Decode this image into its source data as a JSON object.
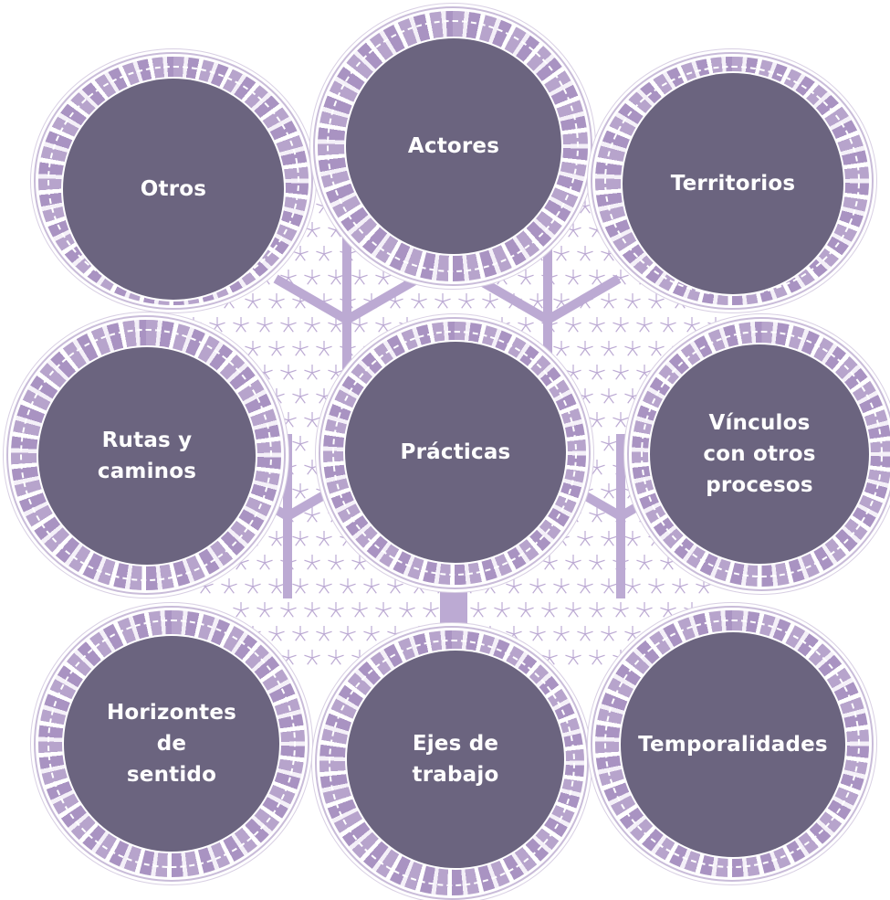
{
  "diagram": {
    "center": {
      "label": "Prácticas"
    },
    "nodes": [
      {
        "id": "otros",
        "label": "Otros"
      },
      {
        "id": "actores",
        "label": "Actores"
      },
      {
        "id": "territorios",
        "label": "Territorios"
      },
      {
        "id": "rutas",
        "label": "Rutas y\ncaminos"
      },
      {
        "id": "vinculos",
        "label": "Vínculos\ncon otros\nprocesos"
      },
      {
        "id": "horizontes",
        "label": "Horizontes\nde\nsentido"
      },
      {
        "id": "ejes",
        "label": "Ejes de\ntrabajo"
      },
      {
        "id": "temporalidades",
        "label": "Temporalidades"
      }
    ]
  },
  "colors": {
    "node_fill": "#6b647f",
    "ring": "#b7a4cc",
    "lattice": "#b19ccc",
    "text": "#ffffff"
  }
}
